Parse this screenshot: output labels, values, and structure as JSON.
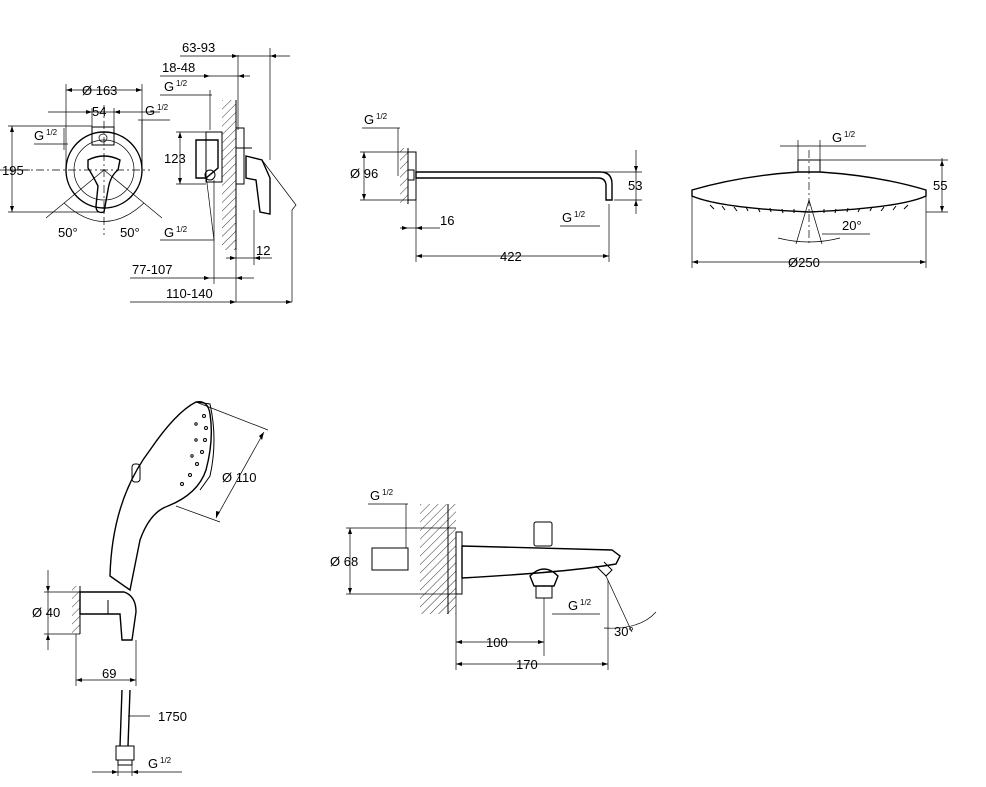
{
  "valve": {
    "dia_outer": "Ø 163",
    "width_54": "54",
    "g_half_label": "G",
    "frac": "1/2",
    "height_195": "195",
    "height_123": "123",
    "angle_left": "50°",
    "angle_right": "50°",
    "depth_63_93": "63-93",
    "depth_18_48": "18-48",
    "depth_77_107": "77-107",
    "depth_110_140": "110-140",
    "depth_12": "12"
  },
  "arm": {
    "g_half_label": "G",
    "frac": "1/2",
    "dia_96": "Ø 96",
    "len_16": "16",
    "len_422": "422",
    "drop_53": "53"
  },
  "head": {
    "g_half_label": "G",
    "frac": "1/2",
    "height_55": "55",
    "angle_20": "20°",
    "dia_250": "Ø250"
  },
  "hand": {
    "dia_110": "Ø 110",
    "dia_40": "Ø 40",
    "len_69": "69",
    "hose_1750": "1750",
    "g_half_label": "G",
    "frac": "1/2"
  },
  "spout": {
    "g_half_top": "G",
    "g_half_bottom": "G",
    "frac": "1/2",
    "dia_68": "Ø 68",
    "len_100": "100",
    "len_170": "170",
    "angle_30": "30°"
  }
}
